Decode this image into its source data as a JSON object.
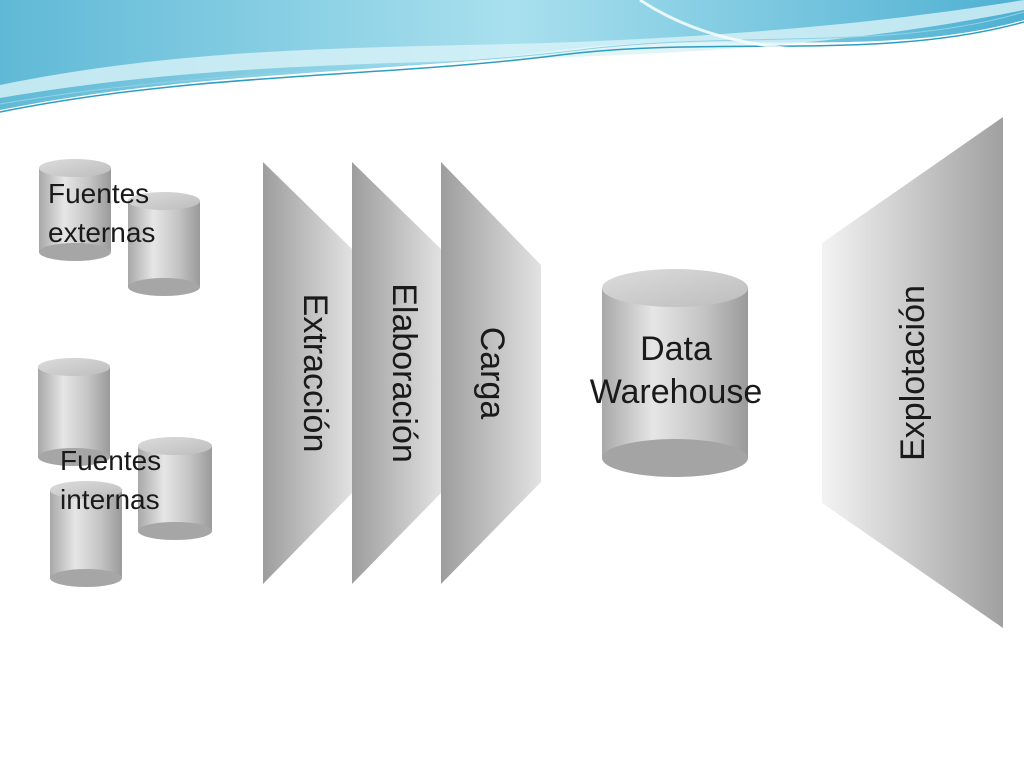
{
  "sources": {
    "external": {
      "line1": "Fuentes",
      "line2": "externas"
    },
    "internal": {
      "line1": "Fuentes",
      "line2": "internas"
    }
  },
  "stages": {
    "extraction": "Extracción",
    "elaboration": "Elaboración",
    "load": "Carga"
  },
  "warehouse": {
    "line1": "Data",
    "line2": "Warehouse"
  },
  "exploitation": "Explotación",
  "colors": {
    "banner_light": "#bfe8f2",
    "banner_mid": "#6fc6dc",
    "banner_dark": "#2e9dbf",
    "shape_light": "#ececec",
    "shape_dark": "#9a9a9a"
  }
}
